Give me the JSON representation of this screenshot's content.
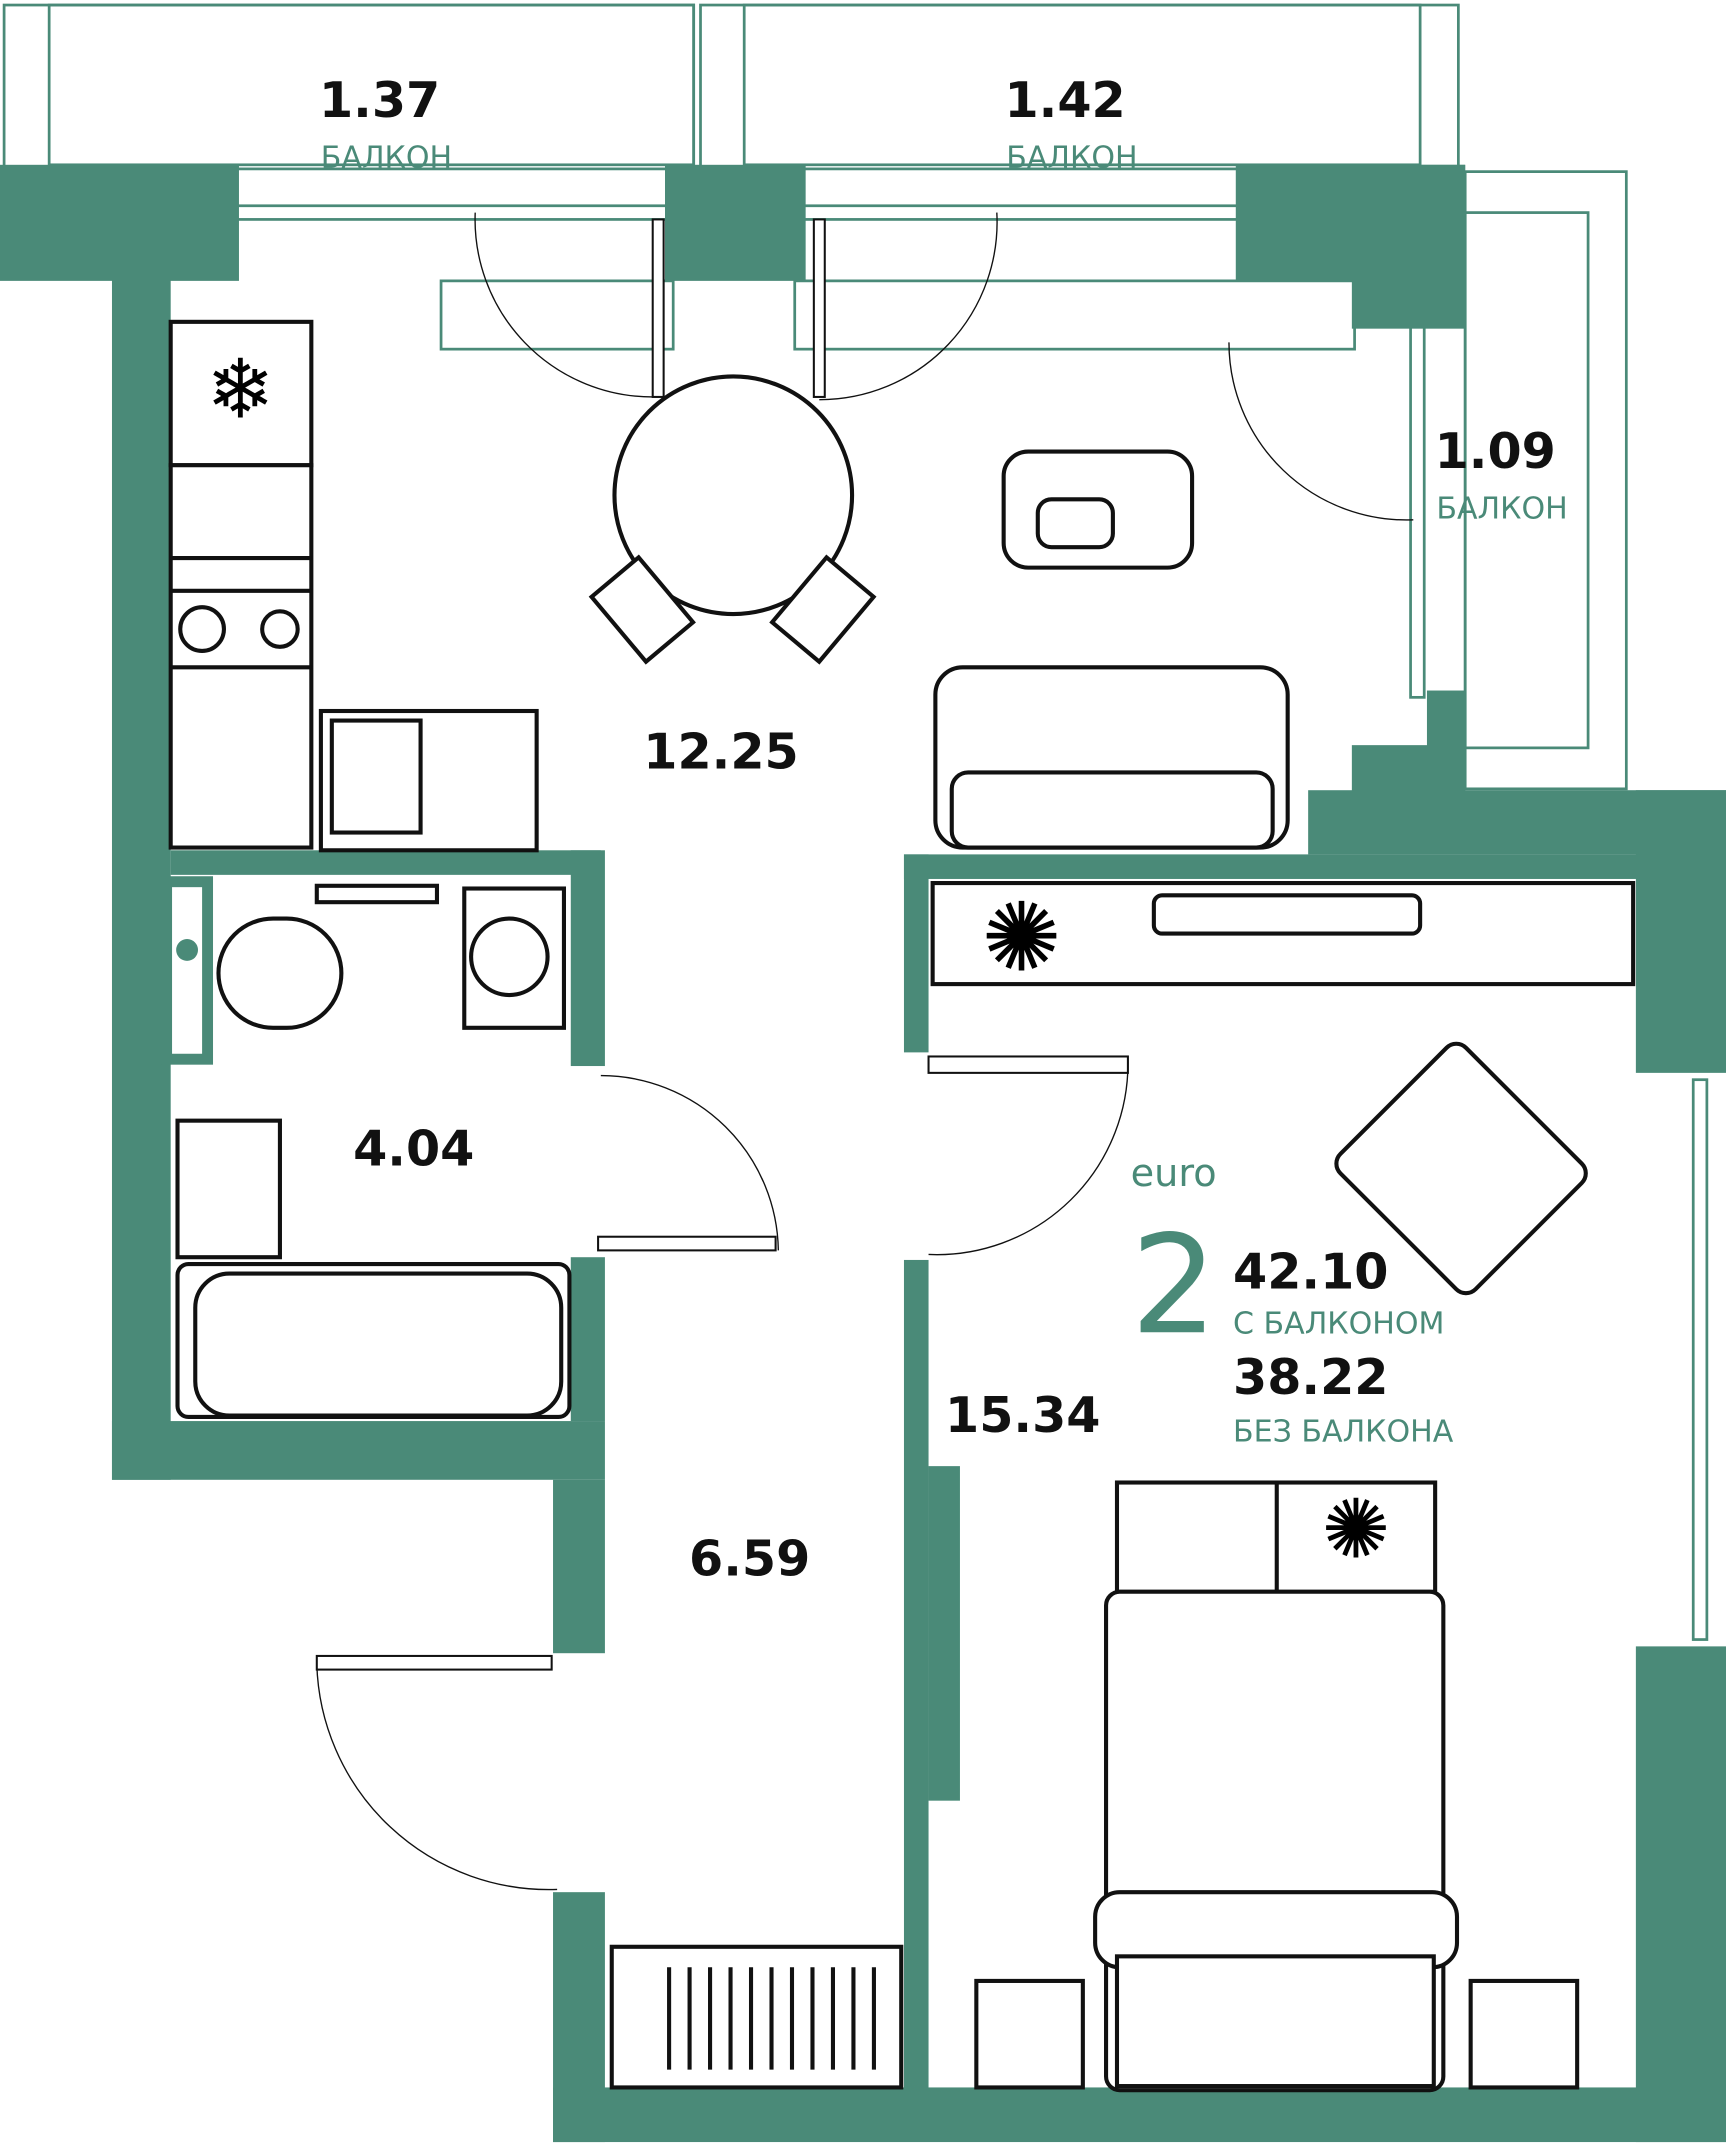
{
  "colors": {
    "wall": "#4a8a78",
    "line": "#111111"
  },
  "balconies": [
    {
      "area": "1.37",
      "label": "БАЛКОН"
    },
    {
      "area": "1.42",
      "label": "БАЛКОН"
    },
    {
      "area": "1.09",
      "label": "БАЛКОН"
    }
  ],
  "rooms": {
    "kitchen_living": "12.25",
    "bathroom": "4.04",
    "hallway": "6.59",
    "bedroom": "15.34"
  },
  "summary": {
    "type_prefix": "euro",
    "rooms_count": "2",
    "area_with_balcony": "42.10",
    "with_balcony_label": "С БАЛКОНОМ",
    "area_without_balcony": "38.22",
    "without_balcony_label": "БЕЗ БАЛКОНА"
  }
}
